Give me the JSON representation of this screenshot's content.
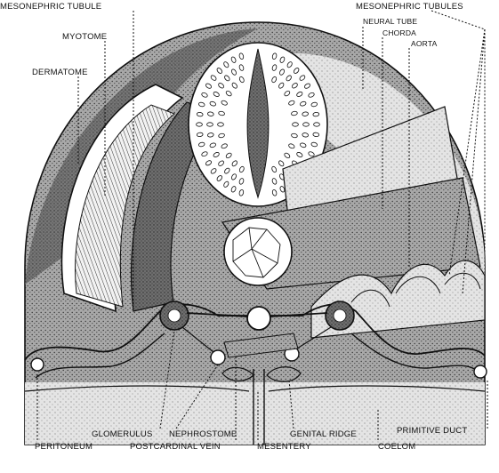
{
  "labels": {
    "mesonephric_tubule": "MESONEPHRIC TUBULE",
    "myotome": "MYOTOME",
    "dermatome": "DERMATOME",
    "mesonephric_tubules": "MESONEPHRIC TUBULES",
    "neural_tube": "NEURAL TUBE",
    "chorda": "CHORDA",
    "aorta": "AORTA",
    "glomerulus": "GLOMERULUS",
    "nephrostome": "NEPHROSTOME",
    "genital_ridge": "GENITAL RIDGE",
    "primitive_duct": "PRIMITIVE DUCT",
    "peritoneum": "PERITONEUM",
    "postcardinal_vein": "POSTCARDINAL VEIN",
    "mesentery": "MESENTERY",
    "coelom": "COELOM"
  },
  "colors": {
    "ink": "#111111",
    "stipple_dark": "#5a5a5a",
    "stipple_mid": "#8c8c8c",
    "stipple_light": "#c9c9c9",
    "paper": "#ffffff"
  }
}
